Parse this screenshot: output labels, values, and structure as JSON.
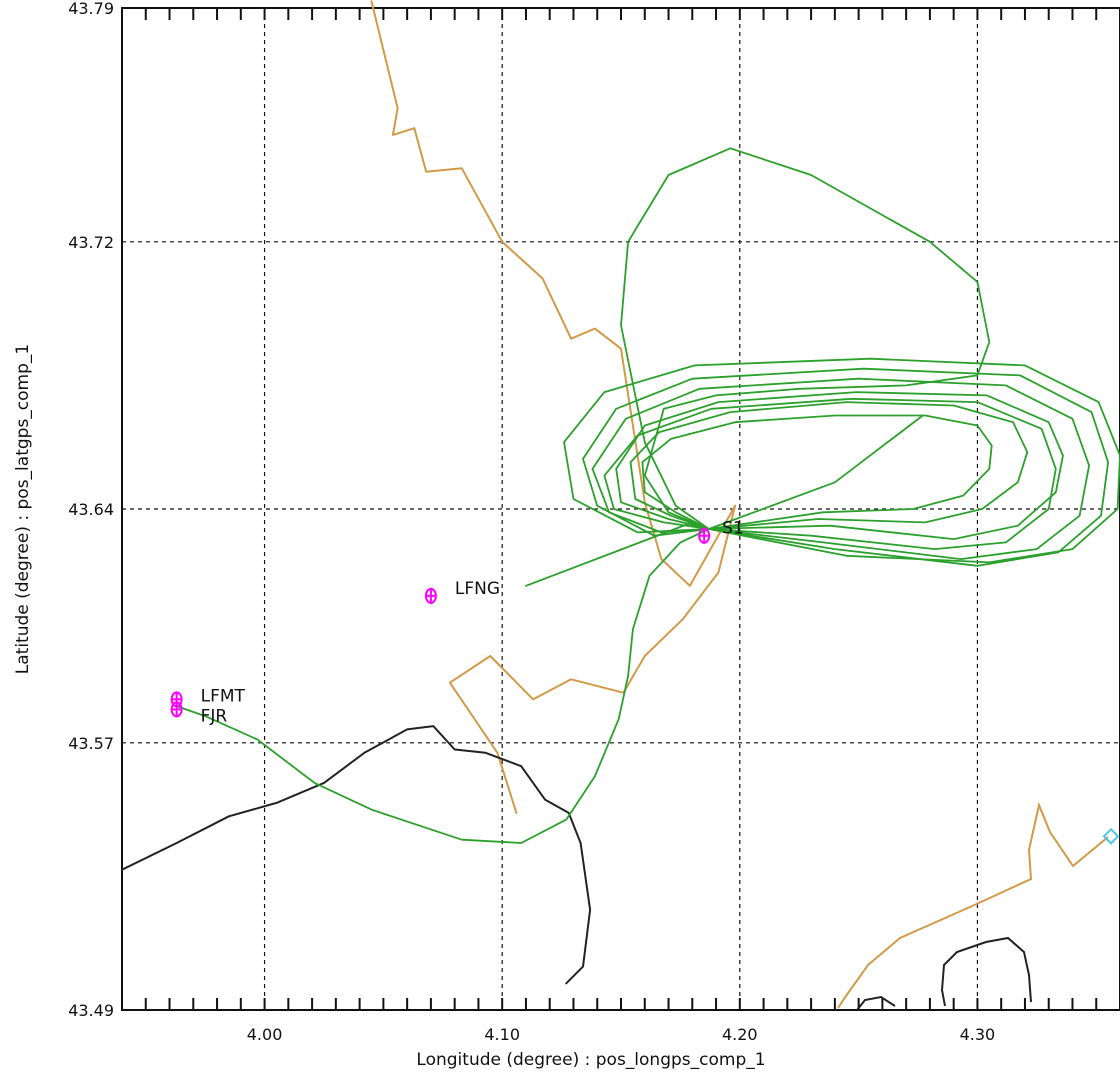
{
  "chart_data": {
    "type": "line",
    "title": "",
    "xlabel": "Longitude (degree) : pos_longps_comp_1",
    "ylabel": "Latitude (degree) : pos_latgps_comp_1",
    "xlim": [
      3.94,
      4.36
    ],
    "ylim": [
      43.49,
      43.79
    ],
    "xticks": [
      4.0,
      4.1,
      4.2,
      4.3
    ],
    "yticks": [
      43.49,
      43.57,
      43.64,
      43.72,
      43.79
    ],
    "xtick_labels": [
      "4.00",
      "4.10",
      "4.20",
      "4.30"
    ],
    "ytick_labels": [
      "43.49",
      "43.57",
      "43.64",
      "43.72",
      "43.79"
    ],
    "grid": true,
    "legend": "none",
    "colors": {
      "track": "#2ca02c",
      "tan_boundary": "#d29a47",
      "black_boundary": "#222222",
      "marker": "#ff00ff",
      "cyan": "#4ac8e8"
    },
    "markers": [
      {
        "label": "S1",
        "lon": 4.185,
        "lat": 43.632
      },
      {
        "label": "LFNG",
        "lon": 4.07,
        "lat": 43.614
      },
      {
        "label": "LFMT",
        "lon": 3.963,
        "lat": 43.583
      },
      {
        "label": "FJR",
        "lon": 3.963,
        "lat": 43.58
      }
    ],
    "series": [
      {
        "color_key": "tan_boundary",
        "points": [
          [
            4.045,
            43.792
          ],
          [
            4.056,
            43.76
          ],
          [
            4.054,
            43.752
          ],
          [
            4.063,
            43.754
          ],
          [
            4.068,
            43.741
          ],
          [
            4.083,
            43.742
          ],
          [
            4.1,
            43.72
          ],
          [
            4.117,
            43.709
          ],
          [
            4.129,
            43.691
          ],
          [
            4.139,
            43.694
          ],
          [
            4.15,
            43.688
          ],
          [
            4.16,
            43.642
          ],
          [
            4.167,
            43.625
          ],
          [
            4.179,
            43.617
          ],
          [
            4.198,
            43.641
          ],
          [
            4.191,
            43.621
          ],
          [
            4.176,
            43.607
          ],
          [
            4.16,
            43.596
          ],
          [
            4.151,
            43.585
          ],
          [
            4.129,
            43.589
          ],
          [
            4.113,
            43.583
          ],
          [
            4.095,
            43.596
          ],
          [
            4.078,
            43.588
          ],
          [
            4.098,
            43.567
          ],
          [
            4.106,
            43.549
          ]
        ]
      },
      {
        "color_key": "black_boundary",
        "points": [
          [
            3.94,
            43.532
          ],
          [
            3.963,
            43.54
          ],
          [
            3.985,
            43.548
          ],
          [
            4.005,
            43.552
          ],
          [
            4.025,
            43.558
          ],
          [
            4.042,
            43.567
          ],
          [
            4.06,
            43.574
          ],
          [
            4.071,
            43.575
          ],
          [
            4.08,
            43.568
          ],
          [
            4.093,
            43.567
          ],
          [
            4.108,
            43.563
          ],
          [
            4.118,
            43.553
          ],
          [
            4.128,
            43.549
          ],
          [
            4.133,
            43.54
          ],
          [
            4.137,
            43.52
          ],
          [
            4.134,
            43.503
          ],
          [
            4.127,
            43.498
          ]
        ]
      },
      {
        "color_key": "track",
        "points": [
          [
            3.963,
            43.581
          ],
          [
            3.975,
            43.578
          ],
          [
            3.997,
            43.571
          ],
          [
            4.021,
            43.558
          ],
          [
            4.045,
            43.55
          ],
          [
            4.083,
            43.541
          ],
          [
            4.108,
            43.54
          ],
          [
            4.127,
            43.547
          ],
          [
            4.139,
            43.56
          ],
          [
            4.149,
            43.577
          ],
          [
            4.153,
            43.59
          ],
          [
            4.155,
            43.604
          ],
          [
            4.162,
            43.62
          ],
          [
            4.175,
            43.63
          ],
          [
            4.187,
            43.634
          ],
          [
            4.18,
            43.636
          ],
          [
            4.11,
            43.617
          ]
        ]
      },
      {
        "color_key": "track",
        "points": [
          [
            4.187,
            43.634
          ],
          [
            4.173,
            43.641
          ],
          [
            4.16,
            43.66
          ],
          [
            4.15,
            43.695
          ],
          [
            4.153,
            43.72
          ],
          [
            4.17,
            43.74
          ],
          [
            4.196,
            43.748
          ],
          [
            4.23,
            43.74
          ],
          [
            4.28,
            43.72
          ],
          [
            4.3,
            43.708
          ],
          [
            4.305,
            43.69
          ],
          [
            4.3,
            43.68
          ],
          [
            4.27,
            43.677
          ],
          [
            4.225,
            43.676
          ],
          [
            4.19,
            43.674
          ],
          [
            4.168,
            43.67
          ],
          [
            4.16,
            43.65
          ],
          [
            4.17,
            43.639
          ],
          [
            4.187,
            43.634
          ]
        ]
      },
      {
        "color_key": "track",
        "points": [
          [
            4.187,
            43.634
          ],
          [
            4.24,
            43.648
          ],
          [
            4.277,
            43.668
          ]
        ]
      },
      {
        "color_key": "track",
        "points": [
          [
            4.187,
            43.634
          ],
          [
            4.23,
            43.632
          ],
          [
            4.282,
            43.628
          ],
          [
            4.312,
            43.63
          ],
          [
            4.33,
            43.64
          ],
          [
            4.333,
            43.652
          ],
          [
            4.327,
            43.664
          ],
          [
            4.3,
            43.672
          ],
          [
            4.247,
            43.673
          ],
          [
            4.188,
            43.67
          ],
          [
            4.157,
            43.662
          ],
          [
            4.143,
            43.65
          ],
          [
            4.147,
            43.64
          ],
          [
            4.168,
            43.636
          ],
          [
            4.187,
            43.634
          ]
        ]
      },
      {
        "color_key": "track",
        "points": [
          [
            4.187,
            43.634
          ],
          [
            4.235,
            43.63
          ],
          [
            4.293,
            43.625
          ],
          [
            4.325,
            43.628
          ],
          [
            4.343,
            43.638
          ],
          [
            4.347,
            43.653
          ],
          [
            4.34,
            43.667
          ],
          [
            4.312,
            43.677
          ],
          [
            4.25,
            43.679
          ],
          [
            4.183,
            43.676
          ],
          [
            4.152,
            43.667
          ],
          [
            4.138,
            43.652
          ],
          [
            4.145,
            43.639
          ],
          [
            4.167,
            43.633
          ],
          [
            4.187,
            43.634
          ]
        ]
      },
      {
        "color_key": "track",
        "points": [
          [
            4.187,
            43.634
          ],
          [
            4.24,
            43.628
          ],
          [
            4.3,
            43.623
          ],
          [
            4.334,
            43.627
          ],
          [
            4.352,
            43.638
          ],
          [
            4.355,
            43.654
          ],
          [
            4.348,
            43.669
          ],
          [
            4.318,
            43.68
          ],
          [
            4.252,
            43.682
          ],
          [
            4.18,
            43.679
          ],
          [
            4.148,
            43.67
          ],
          [
            4.134,
            43.655
          ],
          [
            4.14,
            43.641
          ],
          [
            4.164,
            43.632
          ],
          [
            4.187,
            43.634
          ]
        ]
      },
      {
        "color_key": "track",
        "points": [
          [
            4.187,
            43.634
          ],
          [
            4.238,
            43.635
          ],
          [
            4.29,
            43.631
          ],
          [
            4.317,
            43.635
          ],
          [
            4.333,
            43.645
          ],
          [
            4.336,
            43.656
          ],
          [
            4.33,
            43.666
          ],
          [
            4.304,
            43.674
          ],
          [
            4.249,
            43.675
          ],
          [
            4.191,
            43.672
          ],
          [
            4.16,
            43.665
          ],
          [
            4.148,
            43.652
          ],
          [
            4.15,
            43.642
          ],
          [
            4.17,
            43.637
          ],
          [
            4.187,
            43.634
          ]
        ]
      },
      {
        "color_key": "track",
        "points": [
          [
            4.187,
            43.634
          ],
          [
            4.233,
            43.637
          ],
          [
            4.278,
            43.636
          ],
          [
            4.302,
            43.64
          ],
          [
            4.317,
            43.648
          ],
          [
            4.321,
            43.657
          ],
          [
            4.315,
            43.666
          ],
          [
            4.29,
            43.671
          ],
          [
            4.245,
            43.672
          ],
          [
            4.196,
            43.669
          ],
          [
            4.166,
            43.663
          ],
          [
            4.154,
            43.654
          ],
          [
            4.156,
            43.643
          ],
          [
            4.171,
            43.638
          ],
          [
            4.187,
            43.634
          ]
        ]
      },
      {
        "color_key": "track",
        "points": [
          [
            4.187,
            43.634
          ],
          [
            4.235,
            43.639
          ],
          [
            4.273,
            43.64
          ],
          [
            4.294,
            43.644
          ],
          [
            4.305,
            43.652
          ],
          [
            4.306,
            43.659
          ],
          [
            4.3,
            43.665
          ],
          [
            4.278,
            43.668
          ],
          [
            4.24,
            43.668
          ],
          [
            4.198,
            43.666
          ],
          [
            4.171,
            43.661
          ],
          [
            4.159,
            43.654
          ],
          [
            4.16,
            43.645
          ],
          [
            4.173,
            43.639
          ],
          [
            4.187,
            43.634
          ]
        ]
      },
      {
        "color_key": "track",
        "points": [
          [
            4.187,
            43.634
          ],
          [
            4.245,
            43.626
          ],
          [
            4.305,
            43.624
          ],
          [
            4.34,
            43.628
          ],
          [
            4.359,
            43.64
          ],
          [
            4.36,
            43.656
          ],
          [
            4.351,
            43.672
          ],
          [
            4.32,
            43.683
          ],
          [
            4.255,
            43.685
          ],
          [
            4.181,
            43.683
          ],
          [
            4.143,
            43.675
          ],
          [
            4.126,
            43.66
          ],
          [
            4.13,
            43.643
          ],
          [
            4.157,
            43.633
          ],
          [
            4.187,
            43.634
          ]
        ]
      }
    ]
  }
}
